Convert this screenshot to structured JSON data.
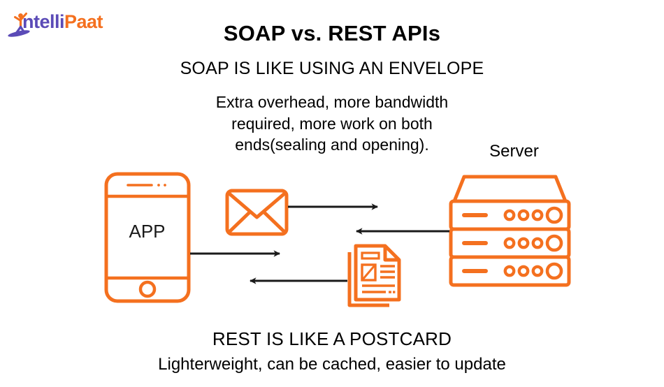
{
  "brand": {
    "logo_part1": "ntelli",
    "logo_part2": "Paat",
    "logo_icon": "intellipaat-figure-icon",
    "purple": "#5B4BB7",
    "orange": "#F4701F"
  },
  "header": {
    "title": "SOAP vs. REST APIs",
    "subtitle": "SOAP IS LIKE USING AN ENVELOPE"
  },
  "soap": {
    "description_line1": "Extra overhead, more bandwidth",
    "description_line2": "required, more work on both",
    "description_line3": "ends(sealing and opening)."
  },
  "rest": {
    "title": "REST IS LIKE A POSTCARD",
    "description": "Lighterweight, can be cached, easier to update"
  },
  "diagram": {
    "type": "diagram",
    "client_label": "APP",
    "server_label": "Server",
    "stroke_color": "#F4701F",
    "arrow_color": "#1a1a1a",
    "nodes": [
      {
        "id": "phone",
        "name": "client-phone",
        "label": "APP"
      },
      {
        "id": "envelope",
        "name": "envelope-icon",
        "label": ""
      },
      {
        "id": "postcard",
        "name": "postcard-document-icon",
        "label": ""
      },
      {
        "id": "server",
        "name": "server-rack",
        "label": "Server"
      }
    ],
    "edges": [
      {
        "from": "envelope",
        "to": "server",
        "direction": "right",
        "row": "soap-request"
      },
      {
        "from": "server",
        "to": "envelope",
        "direction": "left",
        "row": "soap-response"
      },
      {
        "from": "phone",
        "to": "postcard",
        "direction": "right",
        "row": "rest-request"
      },
      {
        "from": "postcard",
        "to": "phone",
        "direction": "left",
        "row": "rest-response"
      }
    ],
    "server_units": 3,
    "server_unit_small_circles": 3,
    "server_unit_large_circles": 1
  }
}
